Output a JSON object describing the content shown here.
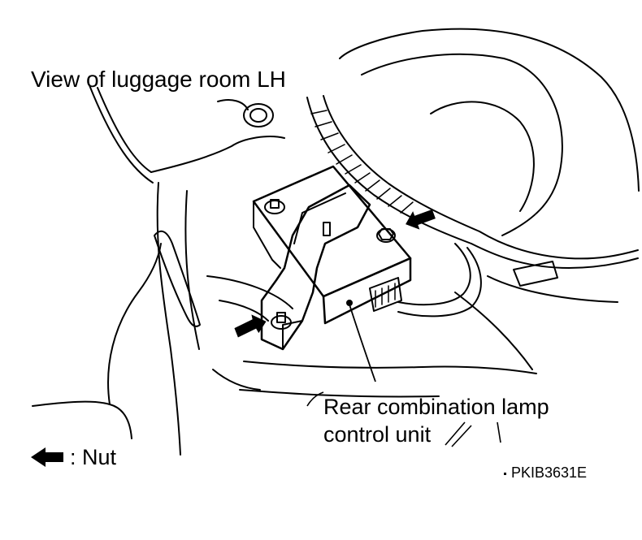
{
  "title": "View of luggage room LH",
  "callout": {
    "line1": "Rear combination lamp",
    "line2": "control unit"
  },
  "legend": {
    "icon": "arrow-left-icon",
    "text": ": Nut"
  },
  "figure_code": "PKIB3631E"
}
